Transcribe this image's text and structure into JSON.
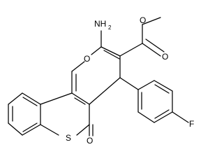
{
  "molecule": {
    "atoms": {
      "amino": {
        "main": "NH",
        "sub": "2"
      },
      "ring_o": "O",
      "ester_o_single": "O",
      "ester_o_double": "O",
      "ketone_o": "O",
      "sulfur": "S",
      "fluorine": "F"
    },
    "colors": {
      "bond": "#000000",
      "text": "#000000",
      "background": "#ffffff"
    }
  }
}
